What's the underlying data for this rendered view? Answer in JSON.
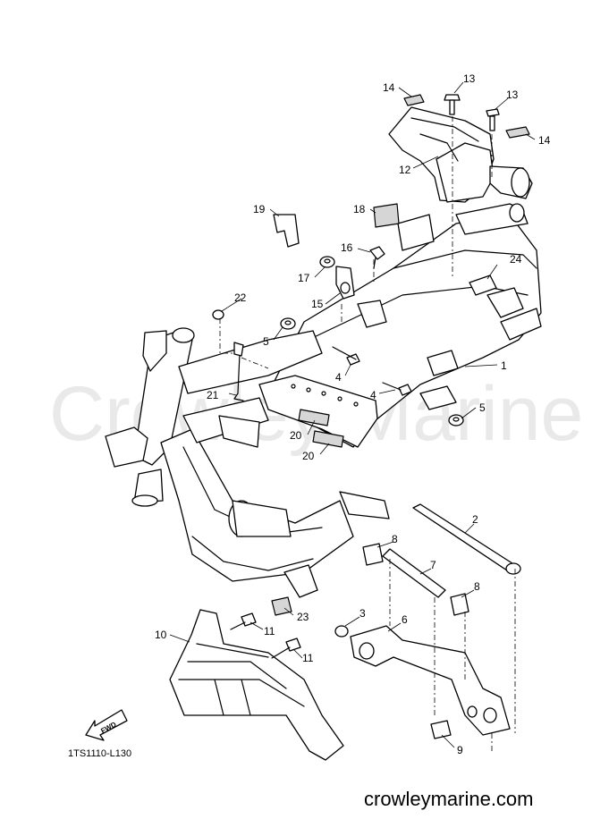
{
  "watermark": "Crowley Marine",
  "diagram_code": "1TS1110-L130",
  "fwd_label": "FWD",
  "website": "crowleymarine.com",
  "callouts": {
    "c1": "1",
    "c2": "2",
    "c3": "3",
    "c4a": "4",
    "c4b": "4",
    "c5a": "5",
    "c5b": "5",
    "c6": "6",
    "c7": "7",
    "c8a": "8",
    "c8b": "8",
    "c9": "9",
    "c10": "10",
    "c11a": "11",
    "c11b": "11",
    "c12": "12",
    "c13a": "13",
    "c13b": "13",
    "c14a": "14",
    "c14b": "14",
    "c15": "15",
    "c16": "16",
    "c17": "17",
    "c18": "18",
    "c19": "19",
    "c20a": "20",
    "c20b": "20",
    "c21": "21",
    "c22": "22",
    "c23": "23",
    "c24": "24"
  }
}
